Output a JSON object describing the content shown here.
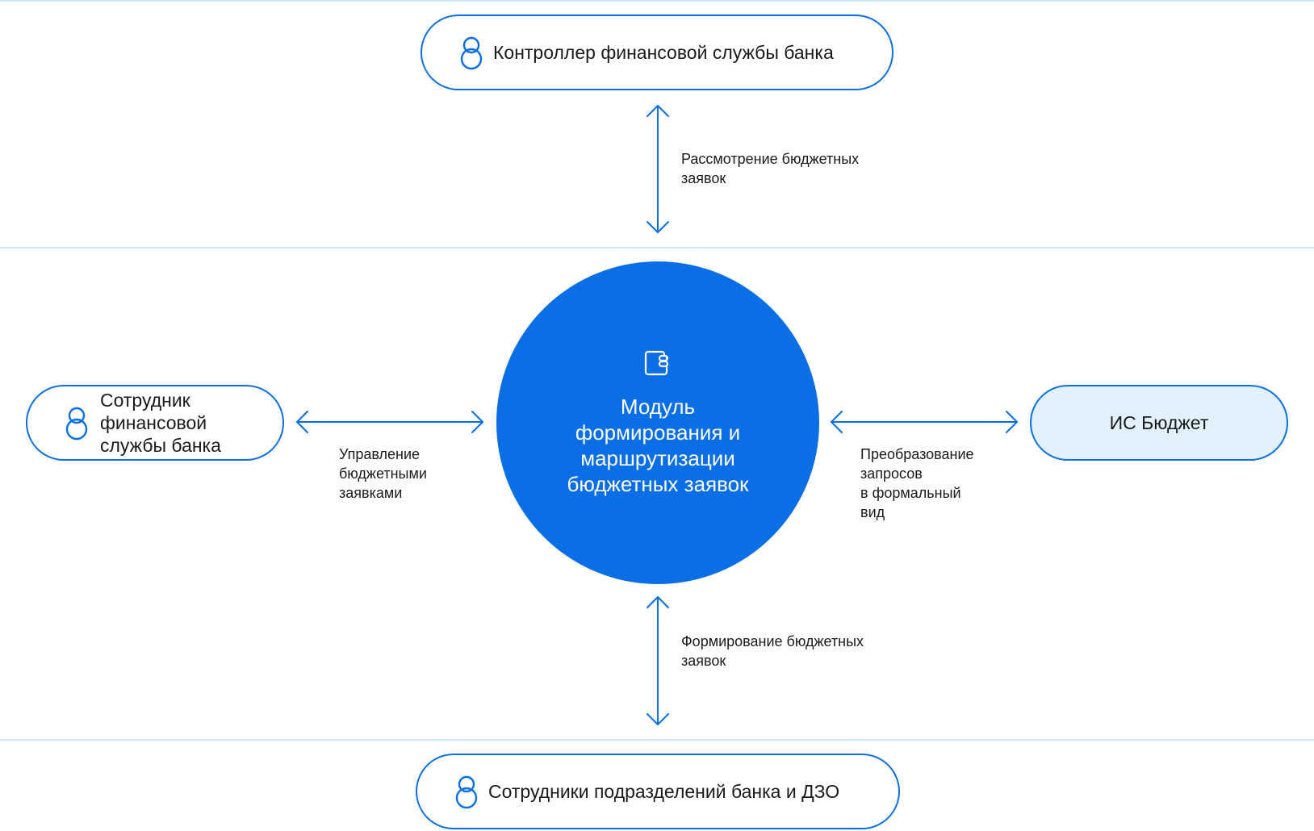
{
  "colors": {
    "accent": "#0a6ee6",
    "divider": "#cfe7f8",
    "pill_fill_light": "#e1f2fc",
    "text": "#1a1a1a",
    "circle_text": "#ffffff"
  },
  "center": {
    "title": "Модуль\nформирования и\nмаршрутизации\nбюджетных заявок",
    "icon": "document-module-icon"
  },
  "nodes": {
    "top": {
      "label": "Контроллер финансовой службы банка",
      "icon": "person-icon"
    },
    "left": {
      "label": "Сотрудник\nфинансовой\nслужбы банка",
      "icon": "person-icon"
    },
    "right": {
      "label": "ИС Бюджет"
    },
    "bottom": {
      "label": "Сотрудники подразделений банка и ДЗО",
      "icon": "person-icon"
    }
  },
  "edges": {
    "top": "Рассмотрение бюджетных\nзаявок",
    "left": "Управление\nбюджетными\nзаявками",
    "right": "Преобразование\nзапросов\nв формальный\nвид",
    "bottom": "Формирование бюджетных\nзаявок"
  }
}
